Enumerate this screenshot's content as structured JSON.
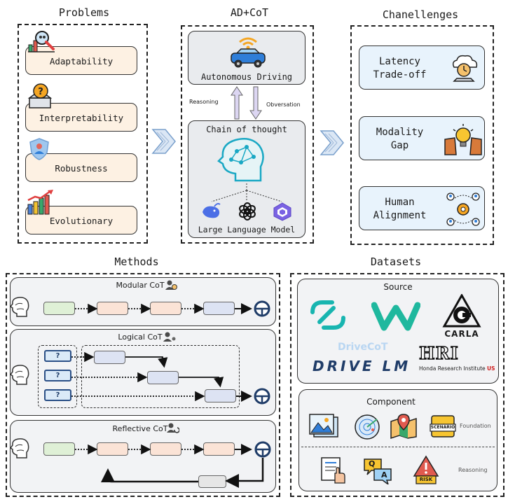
{
  "sections": {
    "problems": "Problems",
    "ad_cot": "AD+CoT",
    "challenges": "Chanellenges",
    "methods": "Methods",
    "datasets": "Datasets"
  },
  "problems": [
    "Adaptability",
    "Interpretability",
    "Robustness",
    "Evolutionary"
  ],
  "ad_cot": {
    "driving_label": "Autonomous Driving",
    "reasoning": "Reasoning",
    "observation": "Obversation",
    "cot_title": "Chain of thought",
    "llm_label": "Large Language Model"
  },
  "challenges": [
    "Latency\nTrade-off",
    "Modality\nGap",
    "Human\nAlignment"
  ],
  "methods": {
    "modular": "Modular CoT",
    "logical": "Logical CoT",
    "reflective": "Reflective CoT",
    "q_mark": "?"
  },
  "datasets": {
    "source": "Source",
    "carla": "CARLA",
    "drivecot": "DriveCoT",
    "drivelm": "DRIVE LM",
    "hri_logo": "HRI",
    "hri_text": "Honda Research Institute",
    "hri_us": "US",
    "component": "Component",
    "scenario": "SCENARIO",
    "foundation": "Foundation",
    "reasoning": "Reasoning",
    "risk": "RISK",
    "qa_q": "Q",
    "qa_a": "A"
  },
  "colors": {
    "problem_fill": "#fdf1e3",
    "challenge_fill": "#e8f3fc",
    "card_gray": "#f2f3f5",
    "chevron": "#dbe7f5",
    "teal": "#18b5b0",
    "steer": "#1f3c68"
  }
}
